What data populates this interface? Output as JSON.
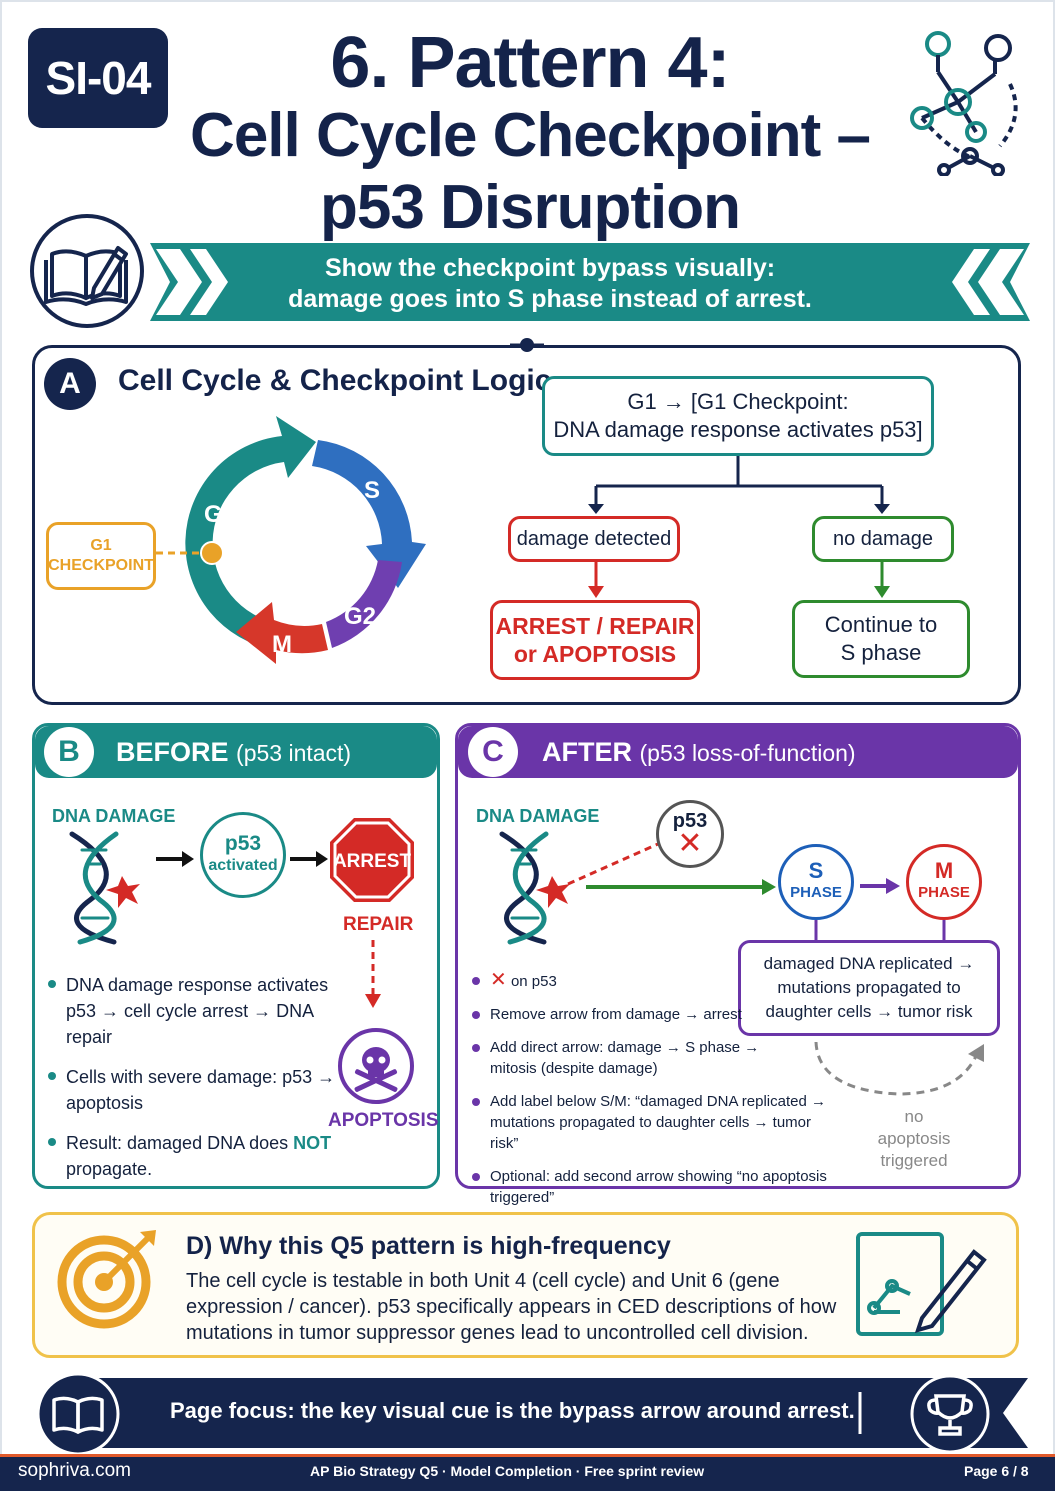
{
  "header": {
    "badge": "SI-04",
    "title_line1": "6. Pattern 4:",
    "title_line2": "Cell Cycle Checkpoint –",
    "title_line3": "p53 Disruption",
    "banner_line1": "Show the checkpoint bypass visually:",
    "banner_line2": "damage goes into S phase instead of arrest."
  },
  "section_a": {
    "letter": "A",
    "title": "Cell Cycle & Checkpoint Logic",
    "cycle_phases": [
      "G1",
      "S",
      "G2",
      "M"
    ],
    "g1_checkpoint_line1": "G1",
    "g1_checkpoint_line2": "CHECKPOINT",
    "flow_top_line1": "G1 → [G1 Checkpoint:",
    "flow_top_line2": "DNA damage response activates p53]",
    "damage_detected": "damage detected",
    "no_damage": "no damage",
    "arrest_line1": "ARREST / REPAIR",
    "arrest_line2": "or APOPTOSIS",
    "continue_line1": "Continue to",
    "continue_line2": "S phase"
  },
  "section_b": {
    "letter": "B",
    "title": "BEFORE",
    "title_paren": "(p53 intact)",
    "dna_damage": "DNA DAMAGE",
    "p53": "p53",
    "activated": "activated",
    "arrest": "ARREST",
    "repair": "REPAIR",
    "apoptosis": "APOPTOSIS",
    "bullet1": "DNA damage response activates p53 → cell cycle arrest → DNA repair",
    "bullet2": "Cells with severe damage: p53 → apoptosis",
    "bullet3_prefix": "Result: damaged DNA does ",
    "bullet3_not": "NOT",
    "bullet3_suffix": " propagate."
  },
  "section_c": {
    "letter": "C",
    "title": "AFTER",
    "title_paren": "(p53 loss-of-function)",
    "dna_damage": "DNA DAMAGE",
    "p53": "p53",
    "s": "S",
    "s_sub": "PHASE",
    "m": "M",
    "m_sub": "PHASE",
    "damaged_line1": "damaged DNA replicated →",
    "damaged_line2": "mutations propagated to",
    "damaged_line3": "daughter cells → tumor risk",
    "no_apoptosis_line1": "no apoptosis",
    "no_apoptosis_line2": "triggered",
    "bullet1": "on p53",
    "bullet2": "Remove arrow from damage → arrest",
    "bullet3": "Add direct arrow: damage → S phase → mitosis (despite damage)",
    "bullet4": "Add label below S/M: “damaged DNA replicated → mutations propagated to daughter cells → tumor risk”",
    "bullet5": "Optional: add second arrow showing “no apoptosis triggered”"
  },
  "section_d": {
    "title": "D)  Why this Q5 pattern is high-frequency",
    "body": "The cell cycle is testable in both Unit 4 (cell cycle) and Unit 6 (gene expression / cancer). p53 specifically appears in CED descriptions of how mutations in tumor suppressor genes lead to uncontrolled cell division."
  },
  "footer": {
    "focus": "Page focus: the key visual cue is the bypass arrow around arrest.",
    "site": "sophriva.com",
    "middle": "AP Bio Strategy Q5 · Model Completion  ·  Free sprint review",
    "page": "Page 6 / 8"
  },
  "colors": {
    "navy": "#15254d",
    "teal": "#1a8a86",
    "purple": "#6a35a8",
    "red": "#d42a26",
    "green": "#2e8b2e",
    "orange": "#e9a228",
    "blue": "#1d5fb8"
  },
  "icons": [
    "network-icon",
    "book-pencil-icon",
    "dna-icon",
    "stop-sign-icon",
    "skull-icon",
    "target-icon",
    "chart-pencil-icon",
    "open-book-icon",
    "trophy-icon"
  ]
}
